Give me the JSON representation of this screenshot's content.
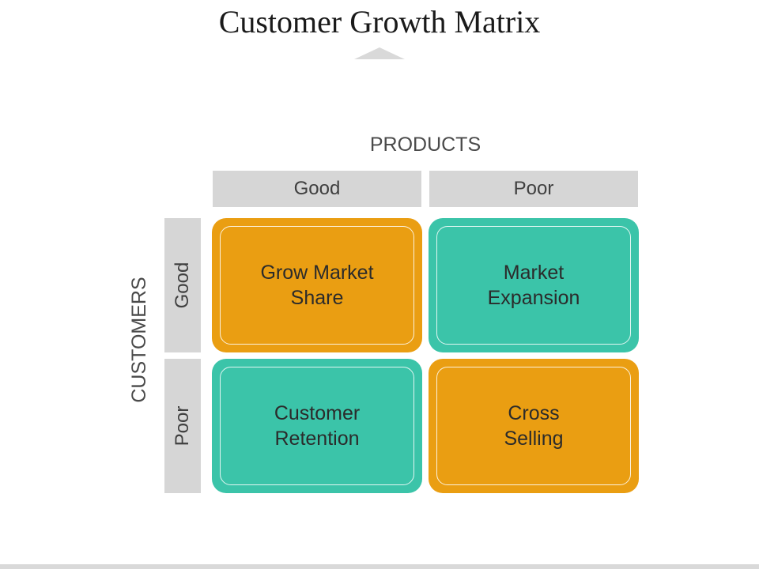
{
  "title": "Customer Growth Matrix",
  "x_axis": {
    "label": "PRODUCTS",
    "columns": [
      "Good",
      "Poor"
    ]
  },
  "y_axis": {
    "label": "CUSTOMERS",
    "rows": [
      "Good",
      "Poor"
    ]
  },
  "cells": [
    {
      "line1": "Grow Market",
      "line2": "Share",
      "color": "#ea9e12"
    },
    {
      "line1": "Market",
      "line2": "Expansion",
      "color": "#3bc4a9"
    },
    {
      "line1": "Customer",
      "line2": "Retention",
      "color": "#3bc4a9"
    },
    {
      "line1": "Cross",
      "line2": "Selling",
      "color": "#ea9e12"
    }
  ]
}
